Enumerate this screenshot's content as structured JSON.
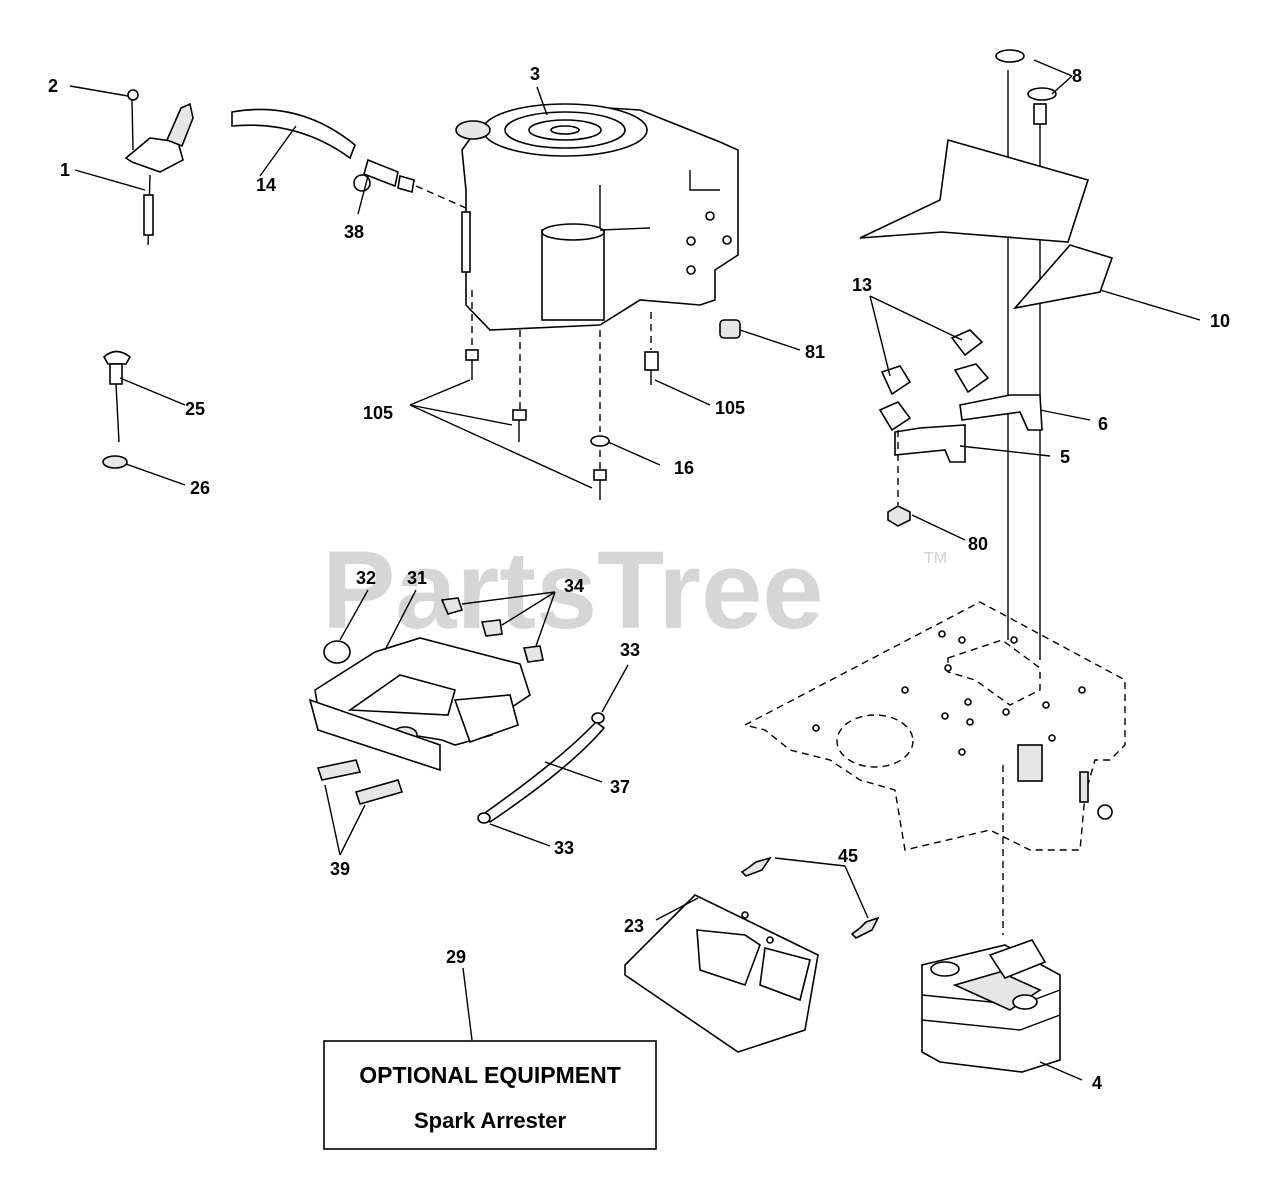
{
  "watermark": {
    "brand": "PartsTree",
    "trademark": "TM"
  },
  "callouts": {
    "c1": "1",
    "c2": "2",
    "c3": "3",
    "c4": "4",
    "c5": "5",
    "c6": "6",
    "c8": "8",
    "c10": "10",
    "c13": "13",
    "c14": "14",
    "c16": "16",
    "c23": "23",
    "c25": "25",
    "c26": "26",
    "c29": "29",
    "c31": "31",
    "c32": "32",
    "c33a": "33",
    "c33b": "33",
    "c34": "34",
    "c37": "37",
    "c38": "38",
    "c39": "39",
    "c45": "45",
    "c80": "80",
    "c81": "81",
    "c105a": "105",
    "c105b": "105"
  },
  "optional_box": {
    "title": "OPTIONAL EQUIPMENT",
    "subtitle": "Spark Arrester"
  }
}
